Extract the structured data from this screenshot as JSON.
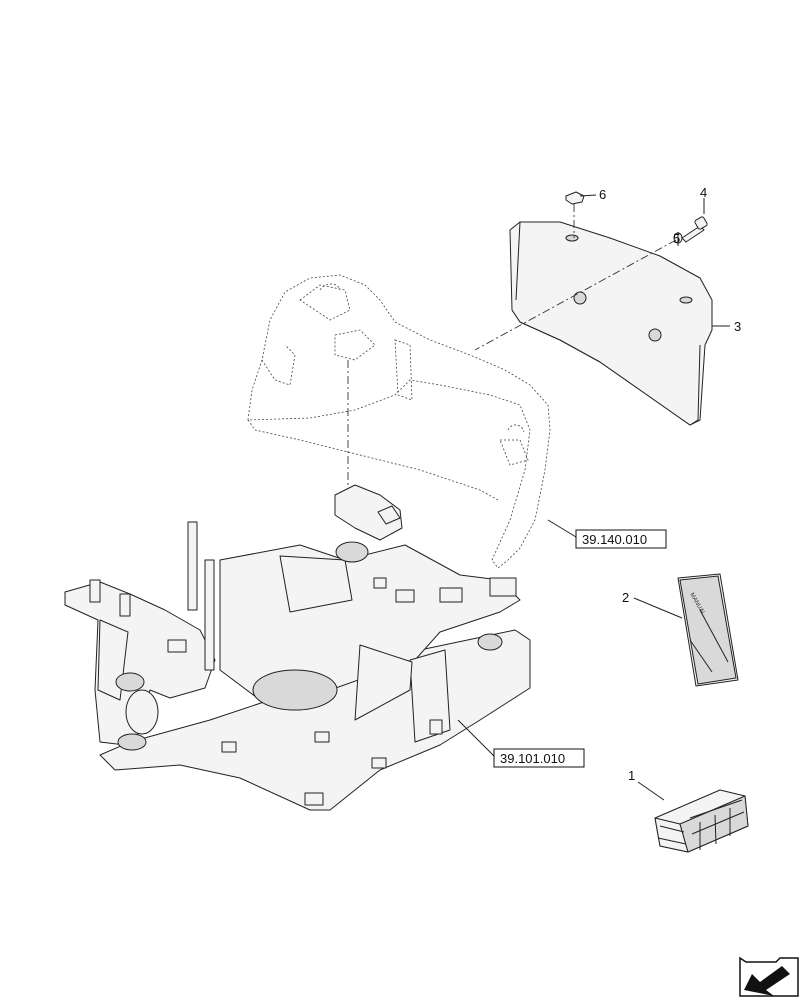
{
  "callouts": {
    "item_1": "1",
    "item_2": "2",
    "item_3": "3",
    "item_4": "4",
    "item_5": "5",
    "item_6": "6"
  },
  "references": {
    "counterweight_ref": "39.140.010",
    "frame_ref": "39.101.010"
  },
  "manual_label": "MANUAL",
  "nav_icon": "next-page-arrow-icon"
}
